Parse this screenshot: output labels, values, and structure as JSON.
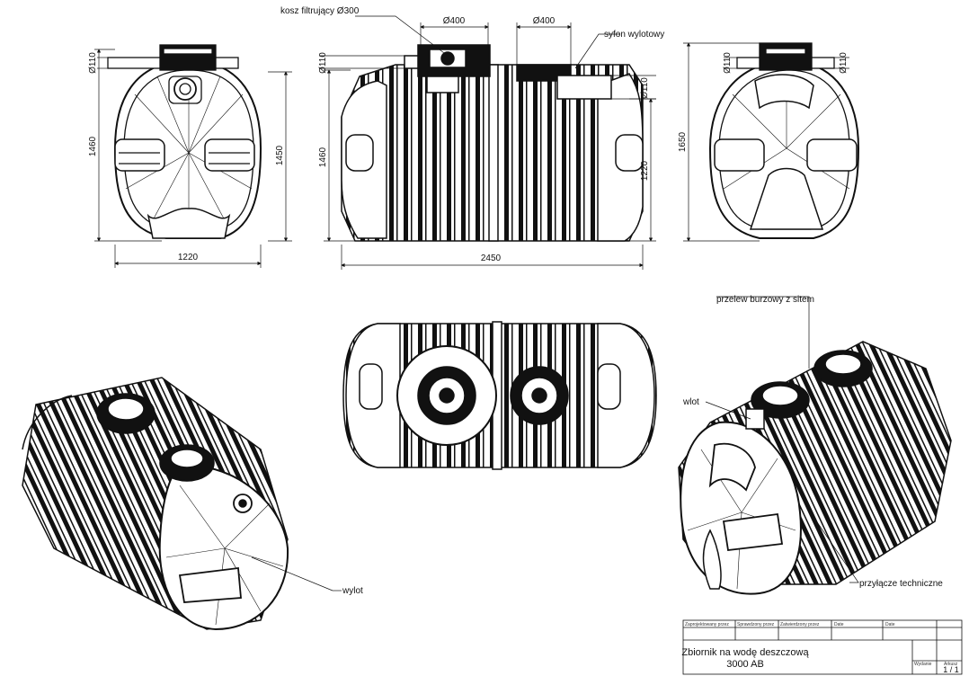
{
  "labels": {
    "filter_basket": "kosz filtrujący Ø300",
    "outlet_siphon": "syfon wylotowy",
    "storm_overflow": "przelew burzowy z sitem",
    "inlet": "wlot",
    "outlet": "wylot",
    "technical_connections": "przyłącze techniczne"
  },
  "dimensions": {
    "front_width": "1220",
    "front_height_left": "1460",
    "front_height_right": "1450",
    "front_pipe": "Ø110",
    "side_length": "2450",
    "side_height": "1460",
    "side_height_outlet": "1220",
    "side_pipe_left": "Ø110",
    "side_pipe_right": "Ø110",
    "hatch_left": "Ø400",
    "hatch_right": "Ø400",
    "rear_height": "1650",
    "rear_pipe_left": "Ø110",
    "rear_pipe_right": "Ø110"
  },
  "title_block": {
    "designed_by": "Zaprojektowany przez",
    "checked_by": "Sprawdzony przez",
    "approved_by": "Zatwierdzony przez",
    "date1": "Date",
    "date2": "Date",
    "title_line1": "Zbiornik na wodę deszczową",
    "title_line2": "3000 AB",
    "edition": "Wydanie",
    "sheet": "Arkusz",
    "sheet_value": "1 / 1"
  }
}
